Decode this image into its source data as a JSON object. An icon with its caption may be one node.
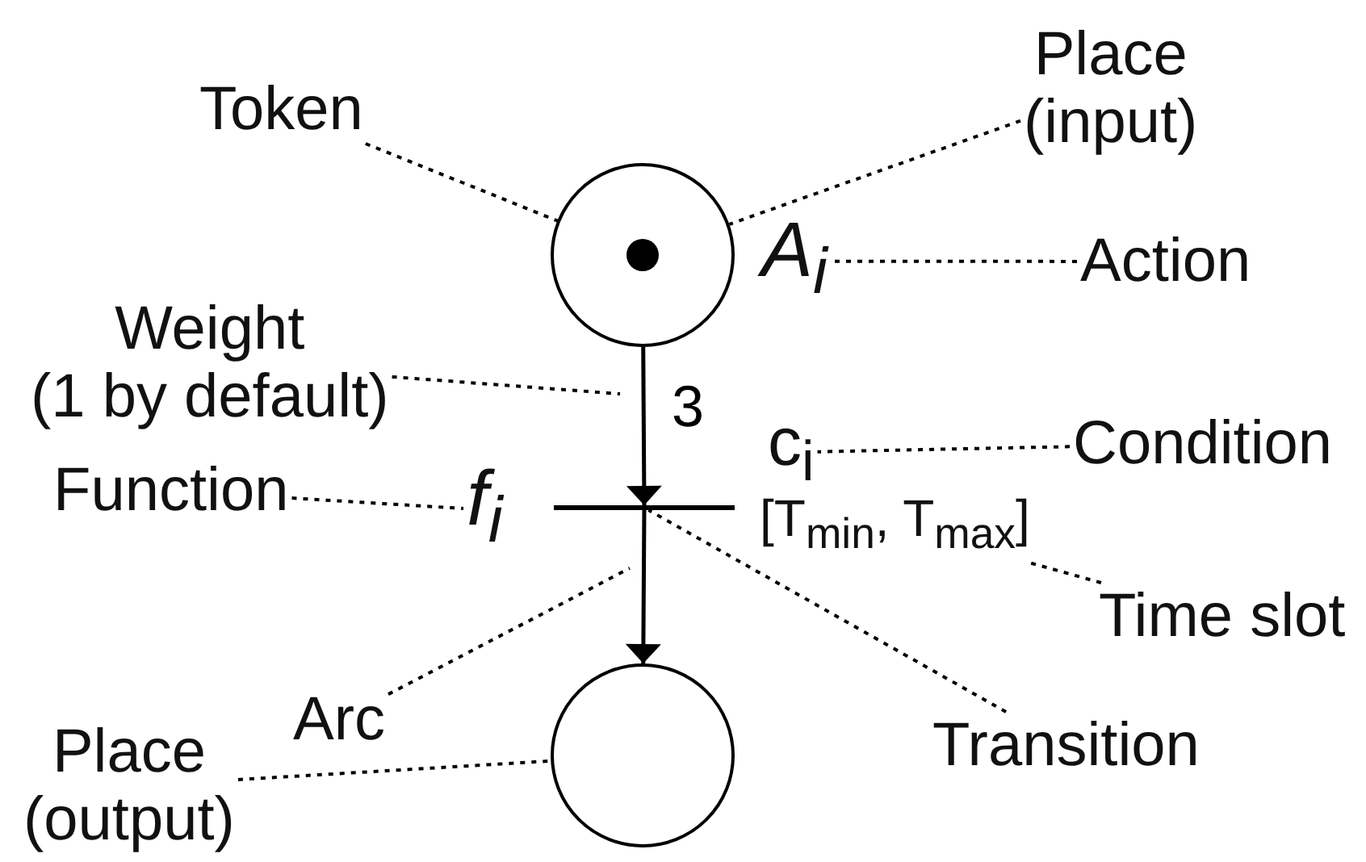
{
  "diagram": {
    "nodes": [
      {
        "text": [],
        "shape": "circle"
      },
      {
        "text": [],
        "shape": "circle",
        "in": 0
      },
      {
        "text": [
          "A$_{i}$"
        ]
      },
      {
        "text": [],
        "shape": "bar"
      },
      {
        "text": [
          "f$_{i}$"
        ]
      },
      {
        "text": [
          "c$_{i}$"
        ]
      },
      {
        "text": [
          "[T$_{min}$, T$_{max}$]"
        ]
      },
      {
        "text": [],
        "shape": "circle"
      },
      {
        "text": [
          "Token"
        ]
      },
      {
        "text": [
          "Place (input)"
        ]
      },
      {
        "text": [
          "Action"
        ]
      },
      {
        "text": [
          "Weight (1 by default)"
        ]
      },
      {
        "text": [
          "Function"
        ]
      },
      {
        "text": [
          "Condition"
        ]
      },
      {
        "text": [
          "Time slot"
        ]
      },
      {
        "text": [
          "Arc"
        ]
      },
      {
        "text": [
          "Transition"
        ]
      },
      {
        "text": [
          "Place (output)"
        ]
      }
    ],
    "edges": [
      {
        "from": 0,
        "to": 3,
        "arrow": "to",
        "label": "3"
      },
      {
        "from": 3,
        "to": 7,
        "arrow": "to"
      },
      {
        "from": 8,
        "to": 1,
        "arrow": "none",
        "style": "dashed"
      },
      {
        "from": 9,
        "to": 0,
        "arrow": "none",
        "style": "dashed"
      },
      {
        "from": 10,
        "to": 2,
        "arrow": "none",
        "style": "dashed"
      },
      {
        "from": 11,
        "to": null,
        "arrow": "none",
        "style": "dashed"
      },
      {
        "from": 12,
        "to": 4,
        "arrow": "none",
        "style": "dashed"
      },
      {
        "from": 13,
        "to": 5,
        "arrow": "none",
        "style": "dashed"
      },
      {
        "from": 14,
        "to": 6,
        "arrow": "none",
        "style": "dashed"
      },
      {
        "from": 15,
        "to": null,
        "arrow": "none",
        "style": "dashed"
      },
      {
        "from": 16,
        "to": 3,
        "arrow": "none",
        "style": "dashed"
      },
      {
        "from": 17,
        "to": 7,
        "arrow": "none",
        "style": "dashed"
      }
    ]
  }
}
